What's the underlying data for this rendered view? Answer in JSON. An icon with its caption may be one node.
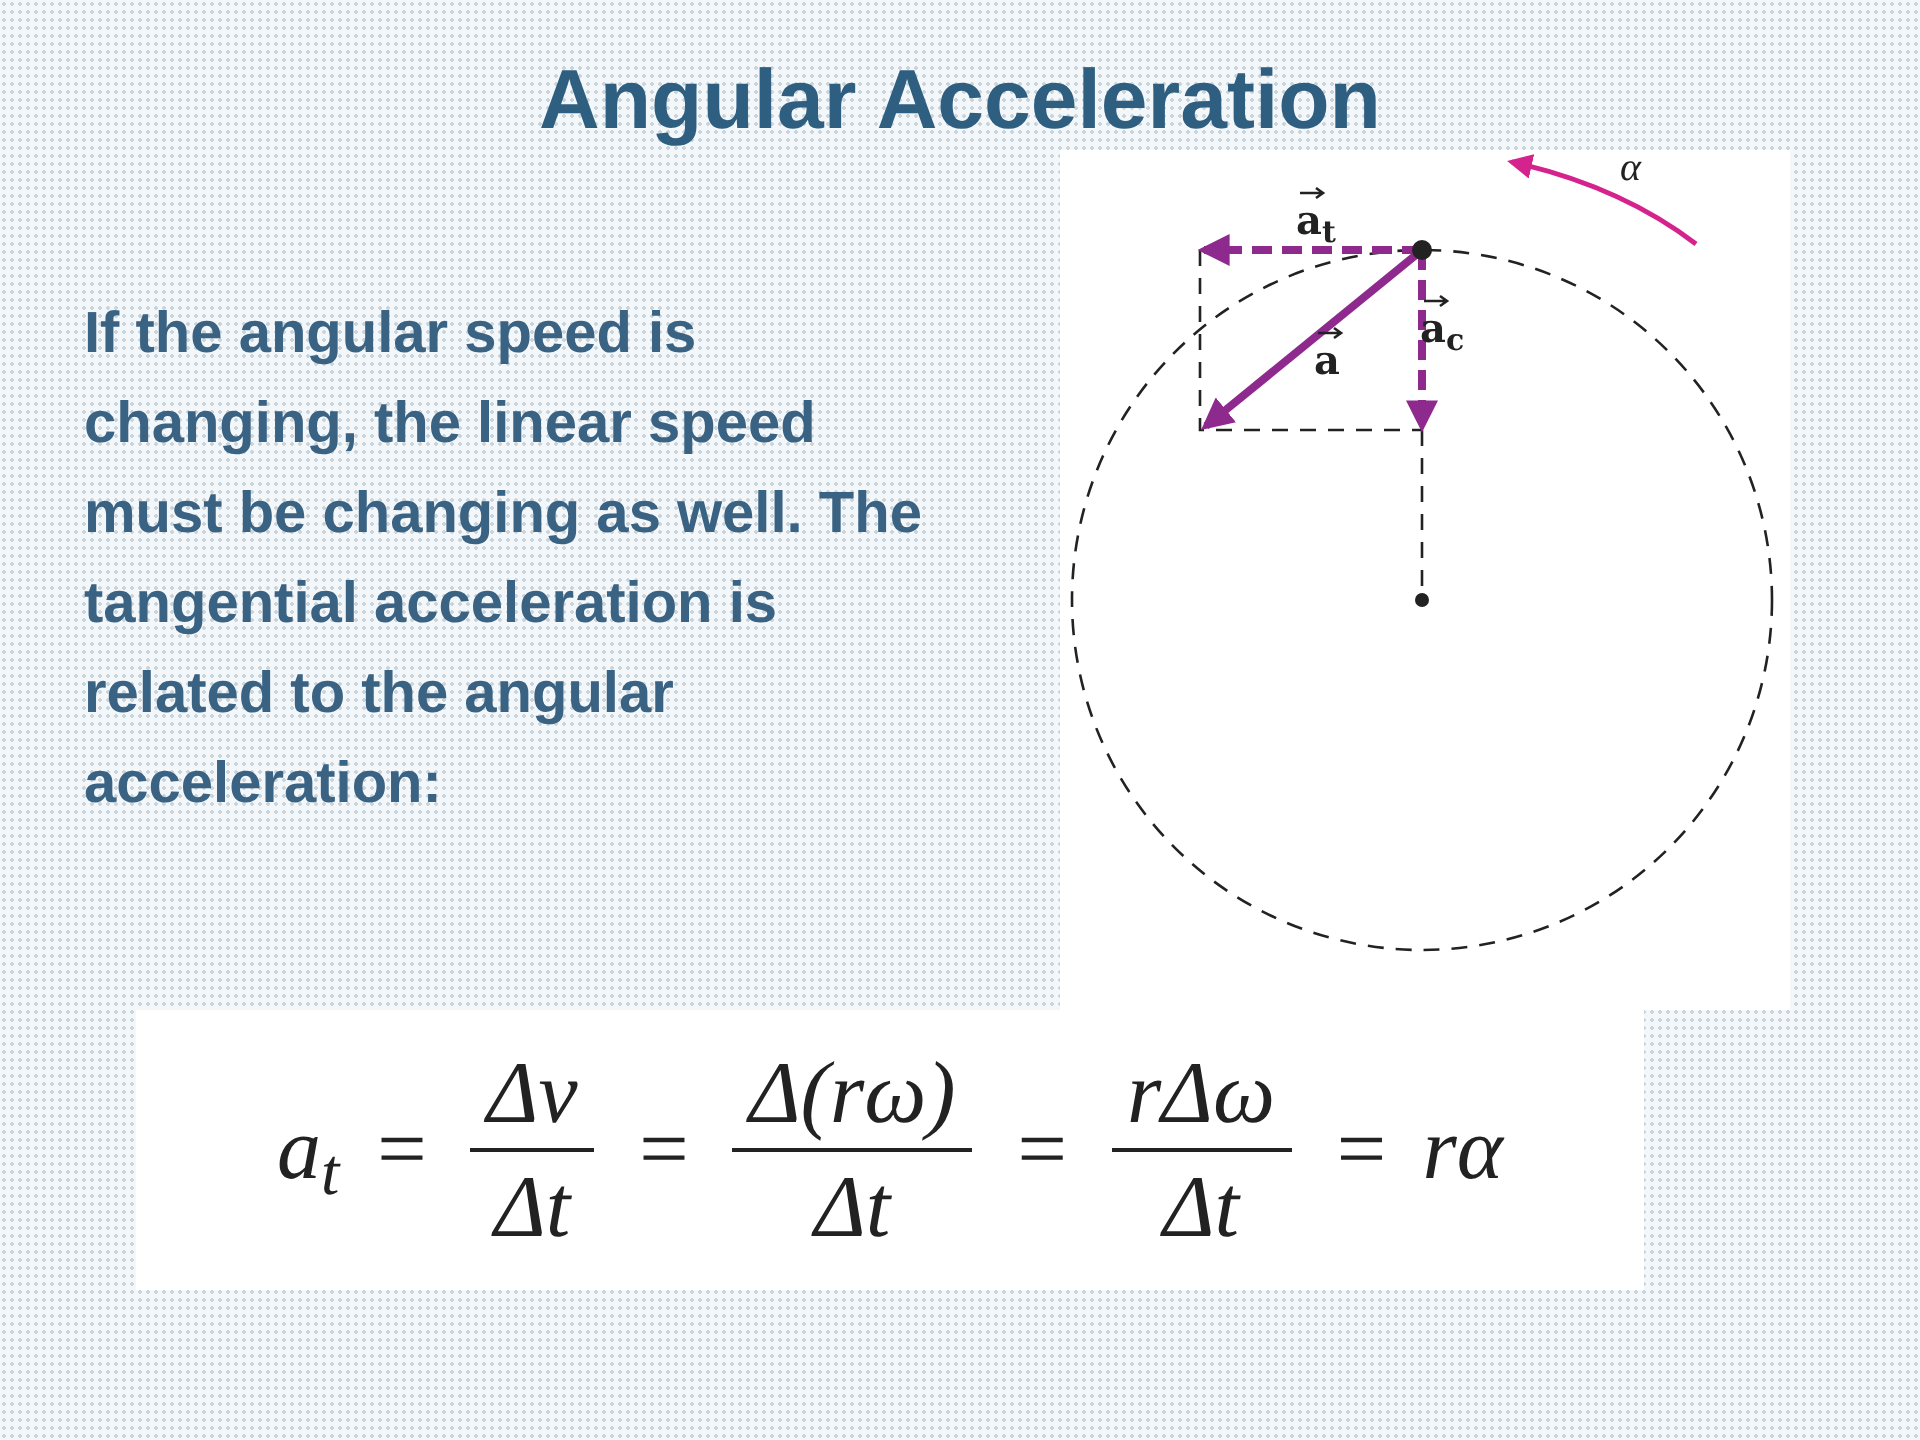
{
  "diagram": {
    "title": "Angular Acceleration",
    "labels": [
      "If the angular speed is changing, the linear speed must be changing as well. The tangential acceleration is related to the angular acceleration:",
      "α",
      "a$_{t}$",
      "a$_{c}$",
      "a",
      "a$_{t}$",
      "=",
      "Δv",
      "Δt",
      "=",
      "Δ(rω)",
      "Δt",
      "=",
      "rΔω",
      "Δt",
      "=",
      "rα"
    ]
  }
}
